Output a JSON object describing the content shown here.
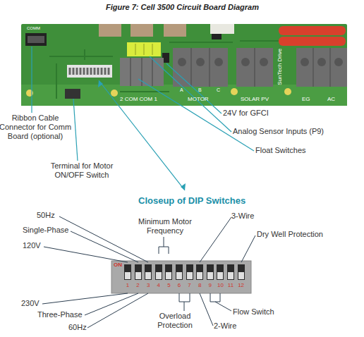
{
  "diagram": {
    "title": "Figure 7: Cell 3500 Circuit Board Diagram",
    "labels": [
      "Ribbon Cable Connector for Comm Board (optional)",
      "Terminal for Motor ON/OFF Switch",
      "24V for GFCI",
      "Analog Sensor Inputs (P9)",
      "Float Switches",
      "Closeup of DIP Switches",
      "50Hz",
      "Single-Phase",
      "120V",
      "Minimum Motor Frequency",
      "3-Wire",
      "Dry Well Protection",
      "230V",
      "Three-Phase",
      "60Hz",
      "Overload Protection",
      "Flow Switch",
      "2-Wire",
      "COMM",
      "2 COM COM 1",
      "A",
      "B",
      "C",
      "MOTOR",
      "SOLAR PV",
      "SunTech Drive",
      "EG",
      "AC",
      "ON",
      "1",
      "2",
      "3",
      "4",
      "5",
      "6",
      "7",
      "8",
      "9",
      "10",
      "11",
      "12"
    ]
  }
}
